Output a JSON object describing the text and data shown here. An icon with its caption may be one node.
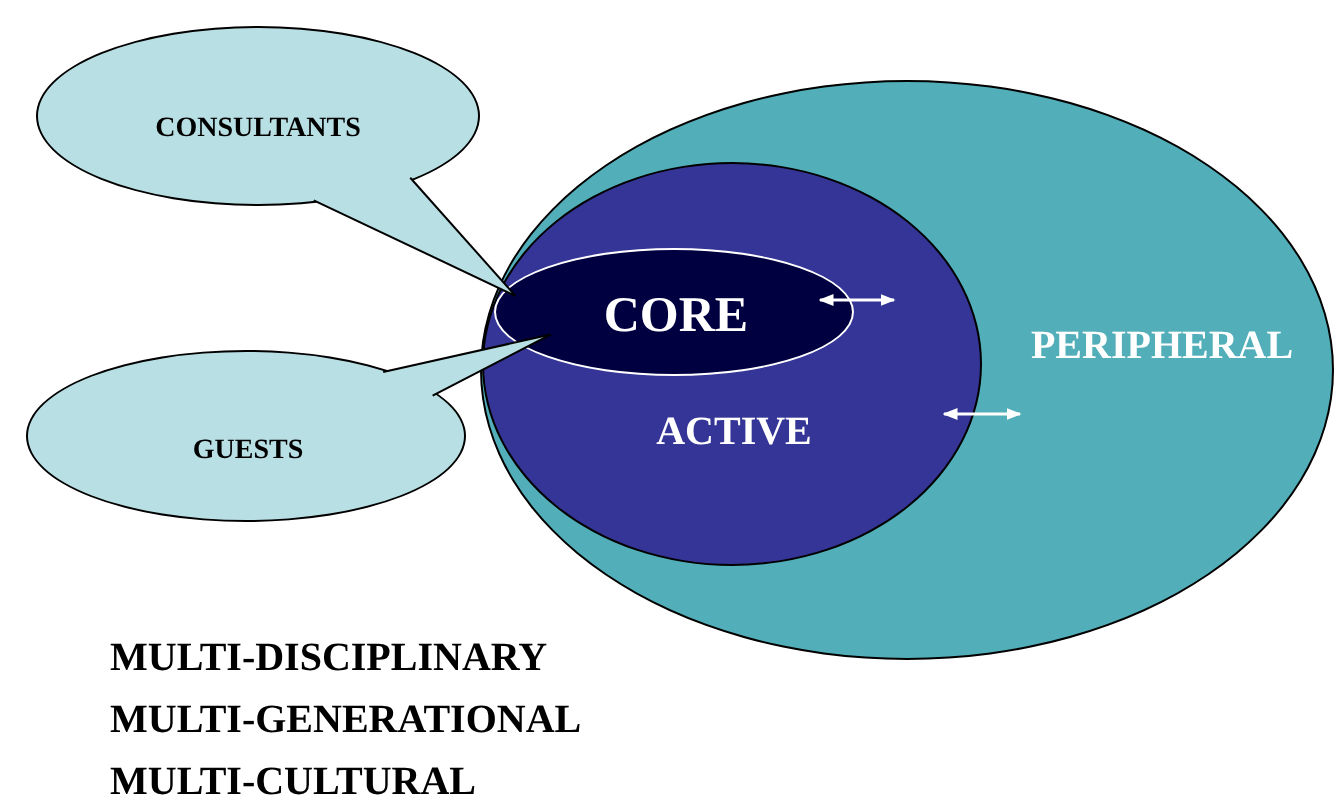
{
  "diagram": {
    "nodes": [
      {
        "text": [
          "PERIPHERAL"
        ]
      },
      {
        "text": [
          "ACTIVE"
        ],
        "in": 0
      },
      {
        "text": [
          "CORE"
        ],
        "in": 1
      },
      {
        "text": [
          "CONSULTANTS"
        ]
      },
      {
        "text": [
          "GUESTS"
        ]
      }
    ],
    "edges": [
      {
        "from": 3,
        "to": 2,
        "arrow": "none"
      },
      {
        "from": 4,
        "to": 2,
        "arrow": "none"
      }
    ],
    "labels": [
      "MULTI-DISCIPLINARY",
      "MULTI-GENERATIONAL",
      "MULTI-CULTURAL"
    ]
  }
}
